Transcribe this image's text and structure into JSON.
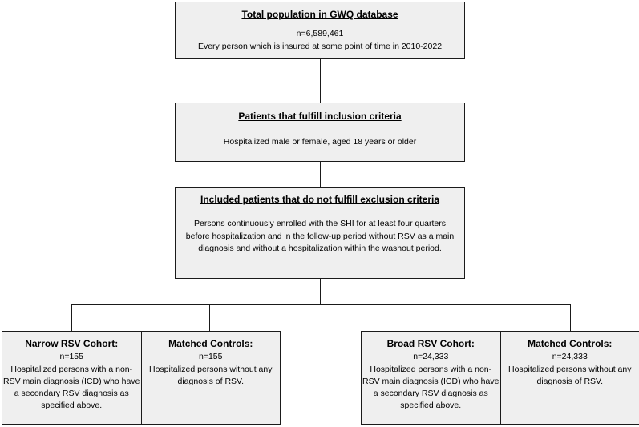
{
  "box_total": {
    "title": "Total population in GWQ database",
    "count": "n=6,589,461",
    "description": "Every person which is insured at some point of time in 2010-2022"
  },
  "box_inclusion": {
    "title": "Patients that fulfill inclusion criteria",
    "description": "Hospitalized male or female, aged 18 years or older"
  },
  "box_exclusion": {
    "title": "Included patients that do not fulfill exclusion criteria",
    "description": "Persons continuously enrolled with the SHI for at least four quarters before hospitalization and in the follow-up period without RSV as a main diagnosis and without a hospitalization within the washout period."
  },
  "narrow_cohort": {
    "title": "Narrow RSV Cohort:",
    "count": "n=155",
    "description": "Hospitalized persons with a non-RSV main diagnosis (ICD) who have a secondary RSV diagnosis as specified above."
  },
  "narrow_controls": {
    "title": "Matched Controls:",
    "count": "n=155",
    "description": "Hospitalized persons without any diagnosis of RSV."
  },
  "broad_cohort": {
    "title": "Broad RSV Cohort:",
    "count": "n=24,333",
    "description": "Hospitalized persons with a non-RSV main diagnosis (ICD) who have a secondary RSV diagnosis as specified above."
  },
  "broad_controls": {
    "title": "Matched Controls:",
    "count": "n=24,333",
    "description": "Hospitalized persons without any diagnosis of RSV."
  }
}
